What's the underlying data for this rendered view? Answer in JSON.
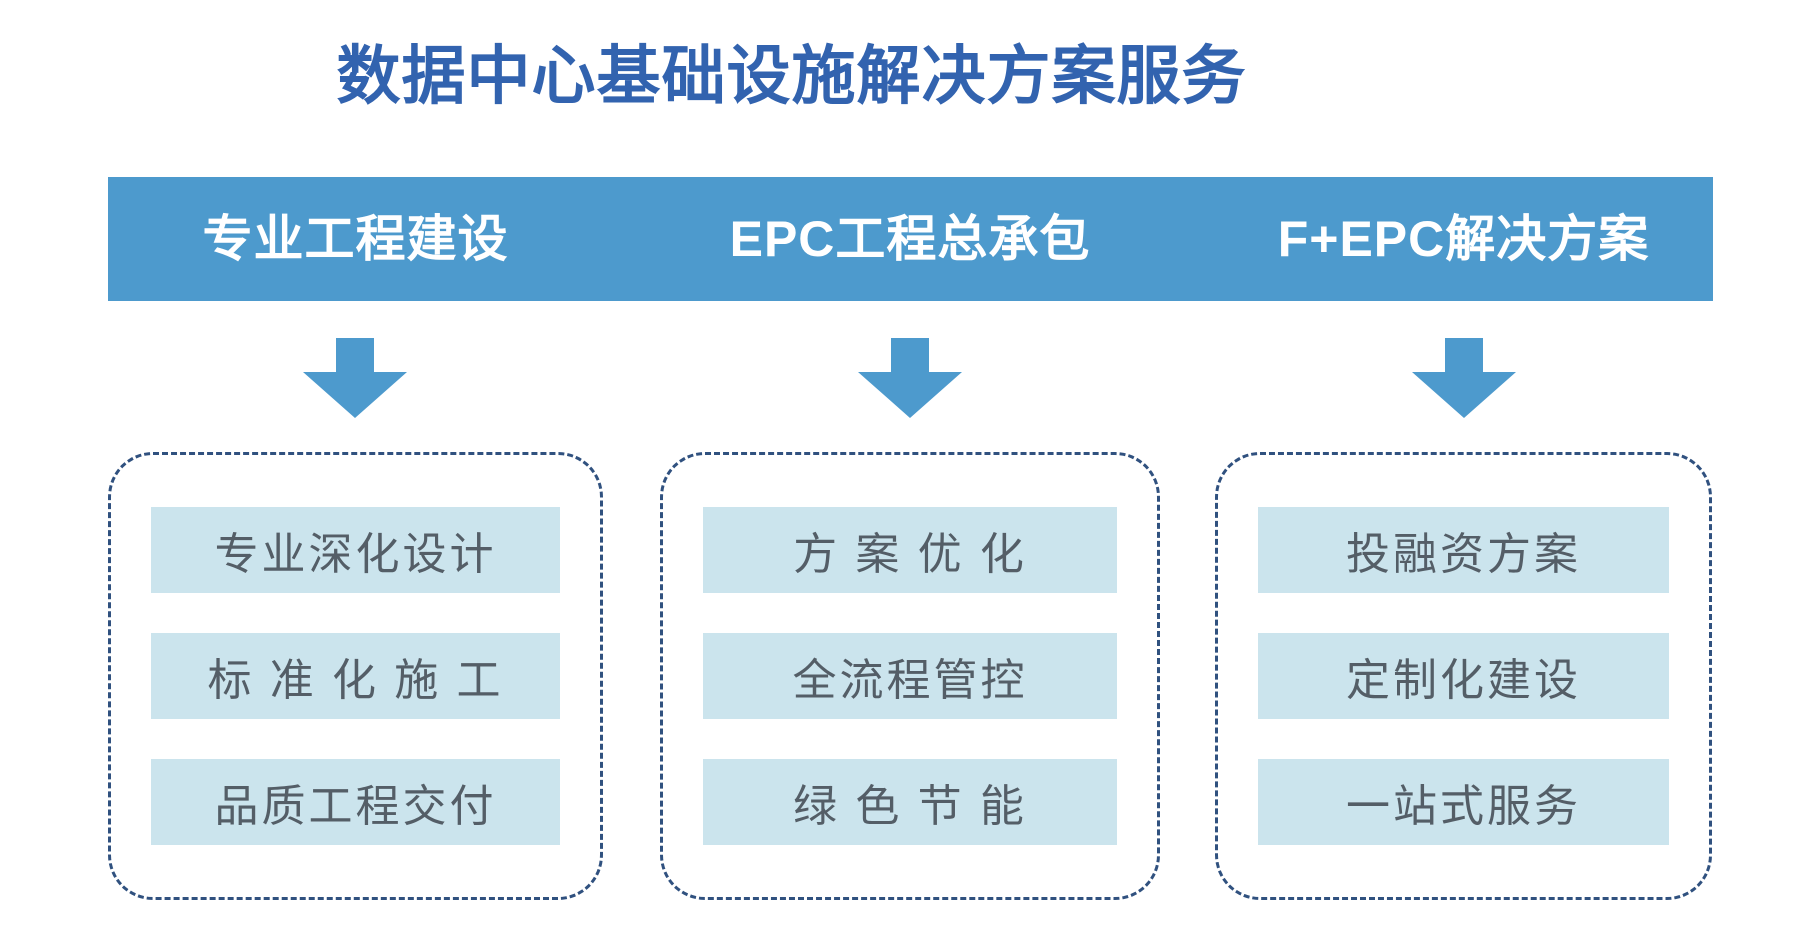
{
  "title": "数据中心基础设施解决方案服务",
  "colors": {
    "title-blue": "#3263AF",
    "band-blue": "#4D9ACD",
    "header-text": "#FFFFFF",
    "bar-bg": "#CBE4ED",
    "bar-text": "#545E67",
    "dash-border": "#30517F",
    "background": "#FFFFFF"
  },
  "icons": {
    "down-arrow": "solid blue downward block arrow"
  },
  "columns": [
    {
      "header": "专业工程建设",
      "items": [
        "专业深化设计",
        "标 准 化 施 工",
        "品质工程交付"
      ]
    },
    {
      "header": "EPC工程总承包",
      "items": [
        "方 案 优 化",
        "全流程管控",
        "绿 色 节 能"
      ]
    },
    {
      "header": "F+EPC解决方案",
      "items": [
        "投融资方案",
        "定制化建设",
        "一站式服务"
      ]
    }
  ]
}
